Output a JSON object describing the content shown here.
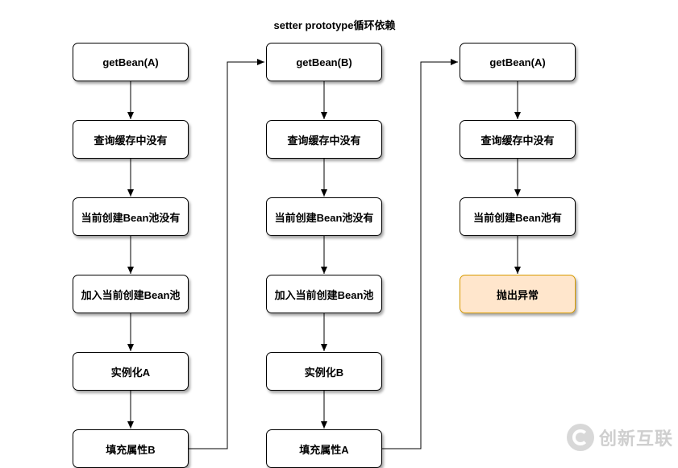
{
  "title": "setter prototype循环依赖",
  "columns": [
    {
      "nodes": [
        "getBean(A)",
        "查询缓存中没有",
        "当前创建Bean池没有",
        "加入当前创建Bean池",
        "实例化A",
        "填充属性B"
      ]
    },
    {
      "nodes": [
        "getBean(B)",
        "查询缓存中没有",
        "当前创建Bean池没有",
        "加入当前创建Bean池",
        "实例化B",
        "填充属性A"
      ]
    },
    {
      "nodes": [
        "getBean(A)",
        "查询缓存中没有",
        "当前创建Bean池有",
        "抛出异常"
      ]
    }
  ],
  "watermark": {
    "text": "创新互联",
    "icon": "chuangxin-logo-icon"
  },
  "colors": {
    "highlight_fill": "#ffe6cc",
    "highlight_stroke": "#d79b00"
  }
}
